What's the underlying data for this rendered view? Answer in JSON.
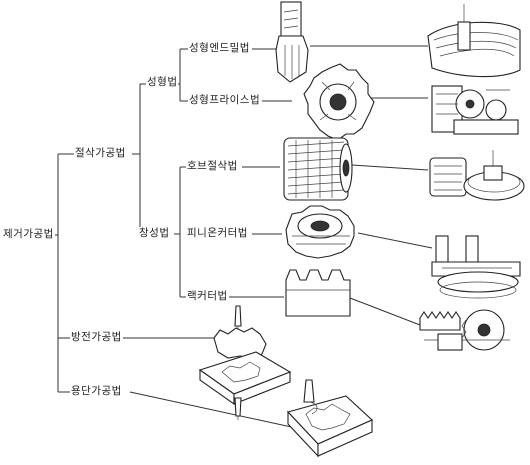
{
  "tree": {
    "root": "제거가공법",
    "cutting": "절삭가공법",
    "forming": "성형법",
    "generating": "창성법",
    "form_endmill": "성형엔드밀법",
    "form_milling": "성형프라이스법",
    "hobbing": "호브절삭법",
    "pinion_cutter": "피니온커터법",
    "rack_cutter": "랙커터법",
    "edm": "방전가공법",
    "melt_cutting": "용단가공법"
  },
  "icons": {
    "endmill_tool": "end-mill-cutter",
    "endmill_machine": "end-mill-machining",
    "milling_tool": "form-milling-cutter",
    "milling_machine": "milling-machine-setup",
    "hob_tool": "hob-cutter",
    "hob_machine": "hobbing-machine",
    "pinion_tool": "pinion-cutter",
    "pinion_machine": "gear-shaper",
    "rack_tool": "rack-cutter",
    "rack_machine": "rack-shaping",
    "edm_drawing": "edm-wire-cut-gear",
    "torch_drawing": "flame-cut-gear"
  }
}
